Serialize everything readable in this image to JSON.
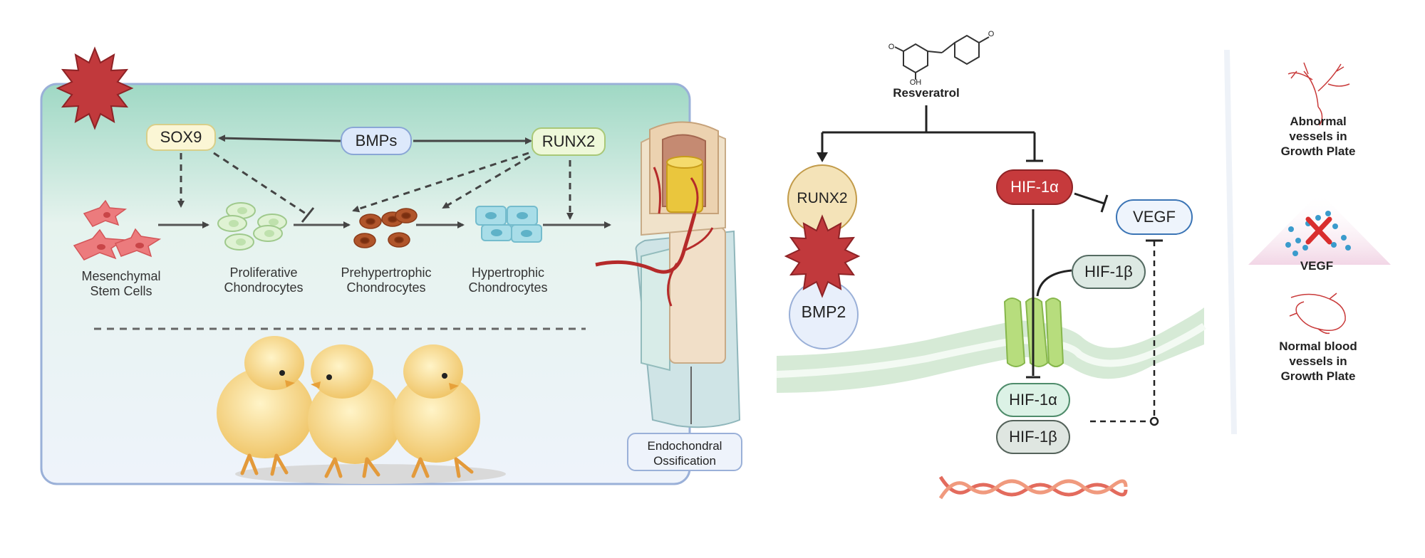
{
  "left_panel": {
    "nodes": {
      "sox9": "SOX9",
      "bmps": "BMPs",
      "runx2": "RUNX2"
    },
    "cells": [
      {
        "label": "Mesenchymal\nStem Cells"
      },
      {
        "label": "Proliferative\nChondrocytes"
      },
      {
        "label": "Prehypertrophic\nChondrocytes"
      },
      {
        "label": "Hypertrophic\nChondrocytes"
      }
    ],
    "process_label": "Endochondral\nOssification"
  },
  "right_panel": {
    "compound": {
      "name": "Resveratrol",
      "atoms": {
        "o_left": "O",
        "oh": "OH",
        "o_right": "O"
      }
    },
    "left_stack": {
      "top": "RUNX2",
      "bottom": "BMP2"
    },
    "hif1a_top": "HIF-1α",
    "vegf": "VEGF",
    "hif1b_receptor": "HIF-1β",
    "hif1a_bottom": "HIF-1α",
    "hif1b_bottom": "HIF-1β"
  },
  "side_panel": {
    "top_label": "Abnormal\nvessels in\nGrowth Plate",
    "middle_label": "VEGF",
    "bottom_label": "Normal blood\nvessels in\nGrowth Plate"
  },
  "colors": {
    "warning_red": "#c1393c",
    "box_border": "#9ab0d8",
    "membrane": "#cfe6cf",
    "vessel": "#b52a2a"
  }
}
